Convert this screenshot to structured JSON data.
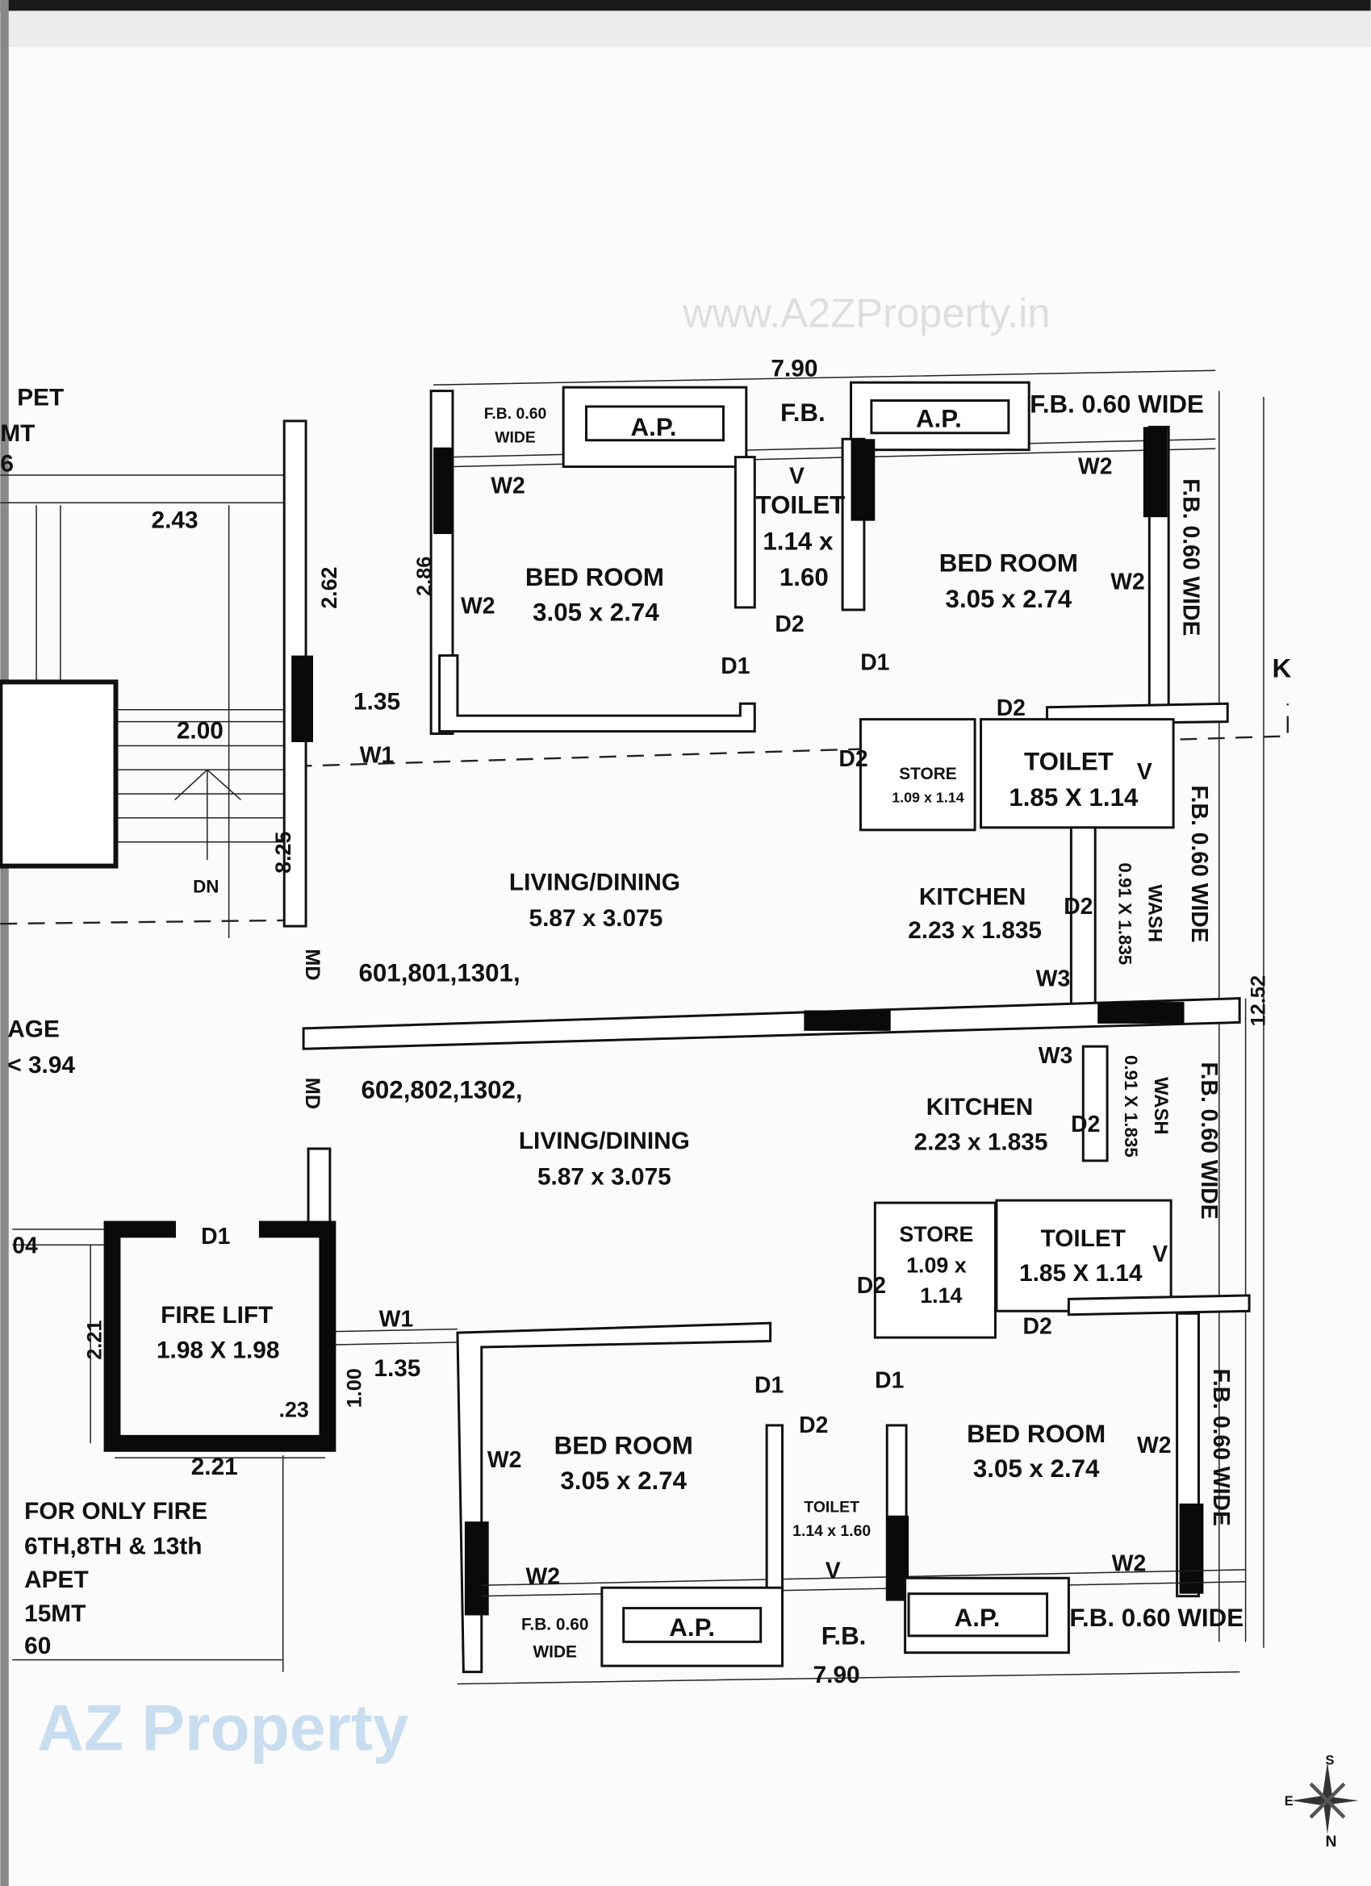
{
  "watermarks": {
    "site": "www.A2ZProperty.in",
    "logo": "AZ Property"
  },
  "colors": {
    "flat_numbers": "#e0452a",
    "ink": "#111111",
    "paper": "#fbfbfb"
  },
  "left_notes": {
    "top": [
      "PET",
      "MT",
      "6"
    ],
    "passage": [
      "AGE",
      "< 3.94"
    ],
    "side_dim": "04",
    "bottom": [
      "FOR ONLY FIRE",
      "6TH,8TH & 13th",
      "APET",
      "15MT",
      "60"
    ]
  },
  "staircase": {
    "width_top": "2.43",
    "height": "2.62",
    "landing": "2.00",
    "offset": "1.35",
    "run": "8.25",
    "direction": "DN",
    "window": "W1"
  },
  "fire_lift": {
    "door": "D1",
    "name": "FIRE LIFT",
    "size": "1.98 X 1.98",
    "wall": ".23",
    "side": "2.21",
    "bottom": "2.21",
    "offset_1": "1.35",
    "offset_2": "1.00",
    "window": "W1"
  },
  "overall": {
    "width": "7.90",
    "depth": "12.52",
    "section_mark": "K"
  },
  "unit_top": {
    "flat_numbers": "601,801,1301,",
    "main_door": "MD",
    "fb_left": [
      "F.B. 0.60",
      "WIDE"
    ],
    "ap_1": "A.P.",
    "fb_mid": "F.B.",
    "ap_2": "A.P.",
    "fb_right": "F.B. 0.60 WIDE",
    "fb_side": "F.B. 0.60 WIDE",
    "fb_side_2": "F.B. 0.60 WIDE",
    "bedroom_1": {
      "name": "BED ROOM",
      "size": "3.05 x 2.74",
      "dim": "2.86",
      "windows": [
        "W2",
        "W2"
      ],
      "door": "D1"
    },
    "bedroom_2": {
      "name": "BED ROOM",
      "size": "3.05 x 2.74",
      "windows": [
        "W2",
        "W2"
      ],
      "door": "D1"
    },
    "toilet_1": {
      "name": "TOILET",
      "size_a": "1.14 x",
      "size_b": "1.60",
      "vent": "V",
      "door": "D2"
    },
    "toilet_2": {
      "name": "TOILET",
      "size": "1.85 X 1.14",
      "vent": "V",
      "door": "D2"
    },
    "store": {
      "name": "STORE",
      "size": "1.09 x 1.14",
      "door": "D2"
    },
    "kitchen": {
      "name": "KITCHEN",
      "size": "2.23 x 1.835",
      "door": "D2",
      "window": "W3"
    },
    "wash": {
      "name": "WASH",
      "size": "0.91 X 1.835"
    },
    "living": {
      "name": "LIVING/DINING",
      "size": "5.87 x 3.075"
    }
  },
  "unit_bottom": {
    "flat_numbers": "602,802,1302,",
    "main_door": "MD",
    "fb_left": [
      "F.B. 0.60",
      "WIDE"
    ],
    "ap_1": "A.P.",
    "fb_mid": "F.B.",
    "ap_2": "A.P.",
    "fb_right": "F.B. 0.60 WIDE",
    "fb_side": "F.B. 0.60 WIDE",
    "fb_side_2": "F.B. 0.60 WIDE",
    "bedroom_1": {
      "name": "BED ROOM",
      "size": "3.05 x 2.74",
      "windows": [
        "W2",
        "W2"
      ],
      "door": "D1"
    },
    "bedroom_2": {
      "name": "BED ROOM",
      "size": "3.05 x 2.74",
      "windows": [
        "W2",
        "W2"
      ],
      "door": "D1"
    },
    "toilet_1": {
      "name": "TOILET",
      "size": "1.14 x 1.60",
      "vent": "V",
      "door": "D2"
    },
    "toilet_2": {
      "name": "TOILET",
      "size": "1.85 X 1.14",
      "vent": "V",
      "door": "D2"
    },
    "store": {
      "name": "STORE",
      "size_a": "1.09 x",
      "size_b": "1.14",
      "door": "D2"
    },
    "kitchen": {
      "name": "KITCHEN",
      "size": "2.23 x 1.835",
      "door": "D2",
      "window": "W3"
    },
    "wash": {
      "name": "WASH",
      "size": "0.91 X 1.835"
    },
    "living": {
      "name": "LIVING/DINING",
      "size": "5.87 x 3.075"
    }
  },
  "compass": {
    "north": "N",
    "south": "S",
    "east": "E"
  }
}
